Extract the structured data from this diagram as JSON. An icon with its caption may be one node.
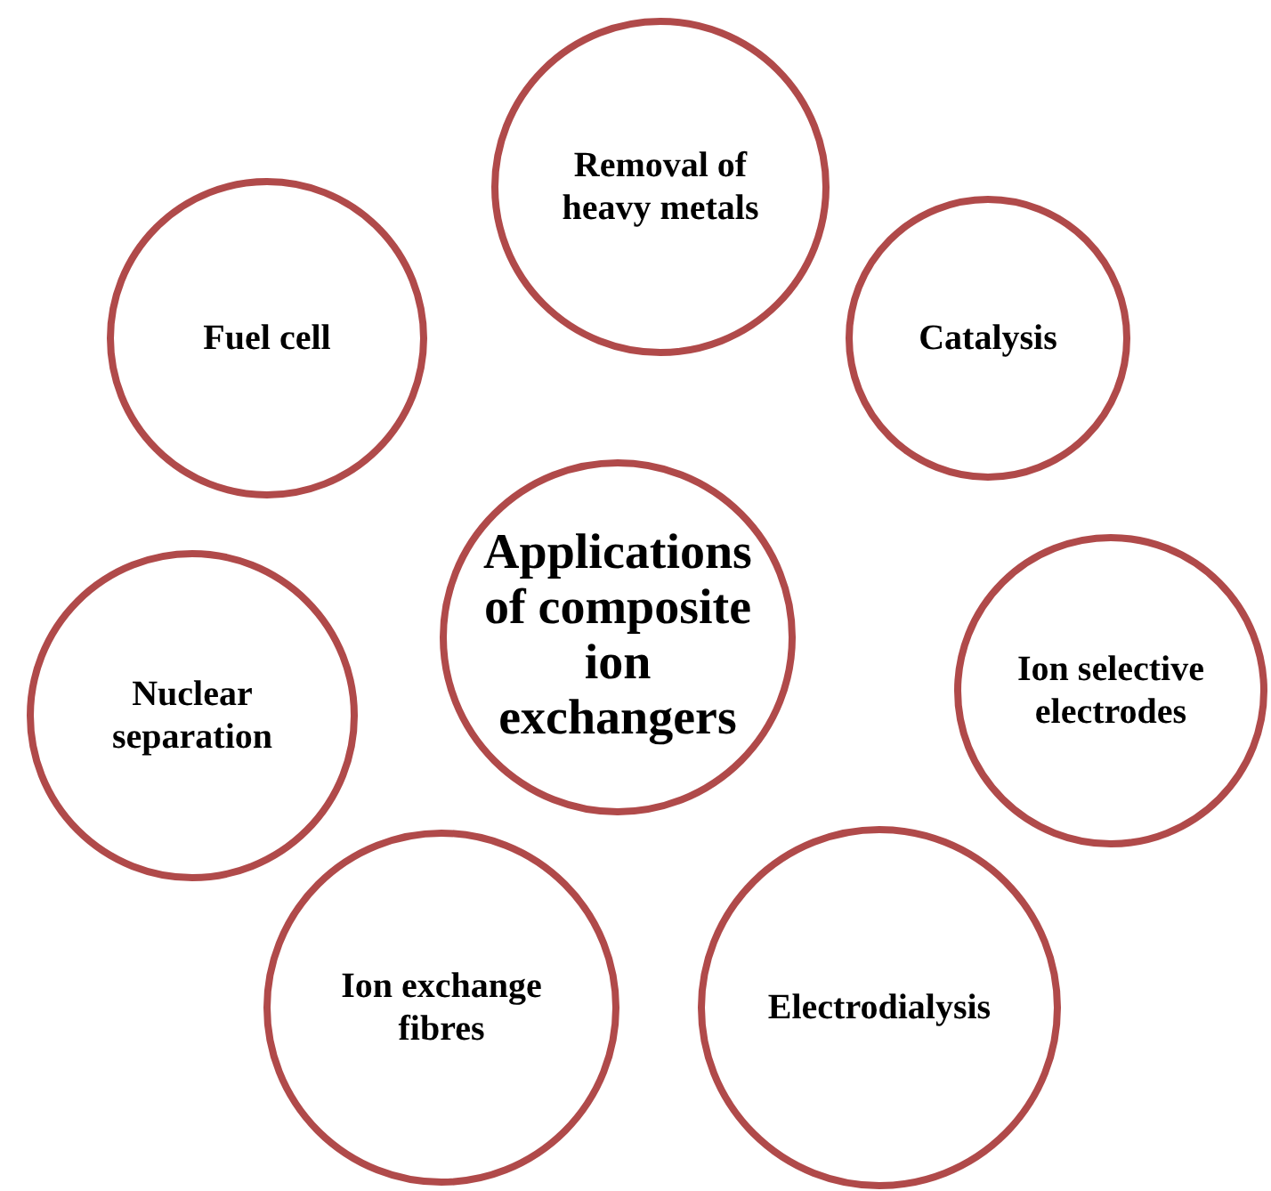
{
  "diagram": {
    "nodes": [
      {
        "text": [
          "Removal of heavy metals"
        ]
      },
      {
        "text": [
          "Fuel cell"
        ]
      },
      {
        "text": [
          "Catalysis"
        ]
      },
      {
        "text": [
          "Applications of composite ion exchangers"
        ]
      },
      {
        "text": [
          "Nuclear separation"
        ]
      },
      {
        "text": [
          "Ion selective electrodes"
        ]
      },
      {
        "text": [
          "Ion exchange fibres"
        ]
      },
      {
        "text": [
          "Electrodialysis"
        ]
      }
    ]
  }
}
